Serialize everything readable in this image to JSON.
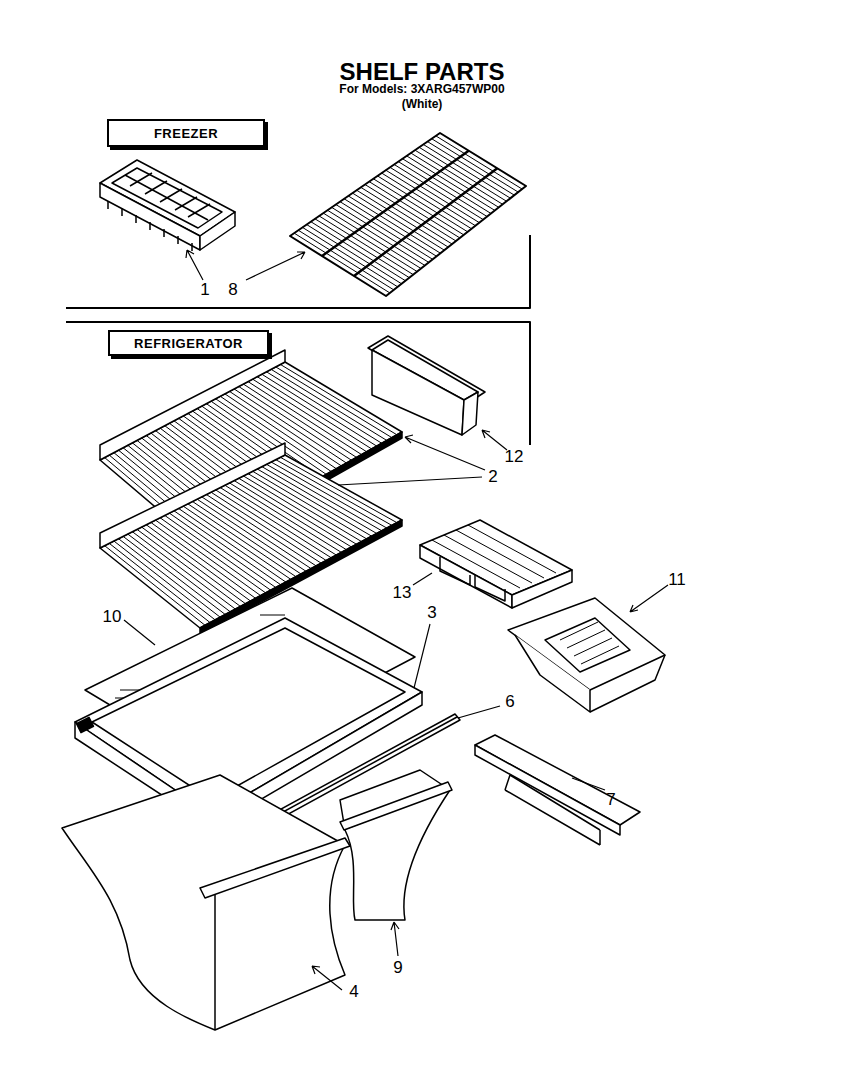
{
  "diagram": {
    "title": "SHELF PARTS",
    "nodes": [
      {
        "text": [
          "FREEZER"
        ]
      },
      {
        "text": [
          "REFRIGERATOR"
        ]
      }
    ],
    "labels": [
      "For Models: 3XARG457WP00",
      "(White)",
      "1",
      "8",
      "2",
      "12",
      "13",
      "11",
      "10",
      "3",
      "6",
      "7",
      "9",
      "4"
    ]
  }
}
